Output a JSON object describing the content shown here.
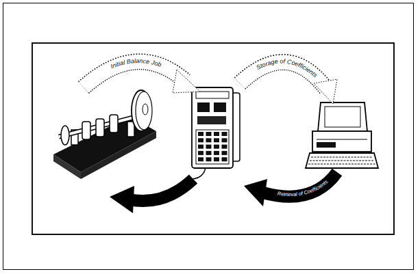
{
  "diagram": {
    "labels": [
      "Initial Balance Job",
      "Storage of Coefficients",
      "Retrieval of Coefficients"
    ]
  }
}
